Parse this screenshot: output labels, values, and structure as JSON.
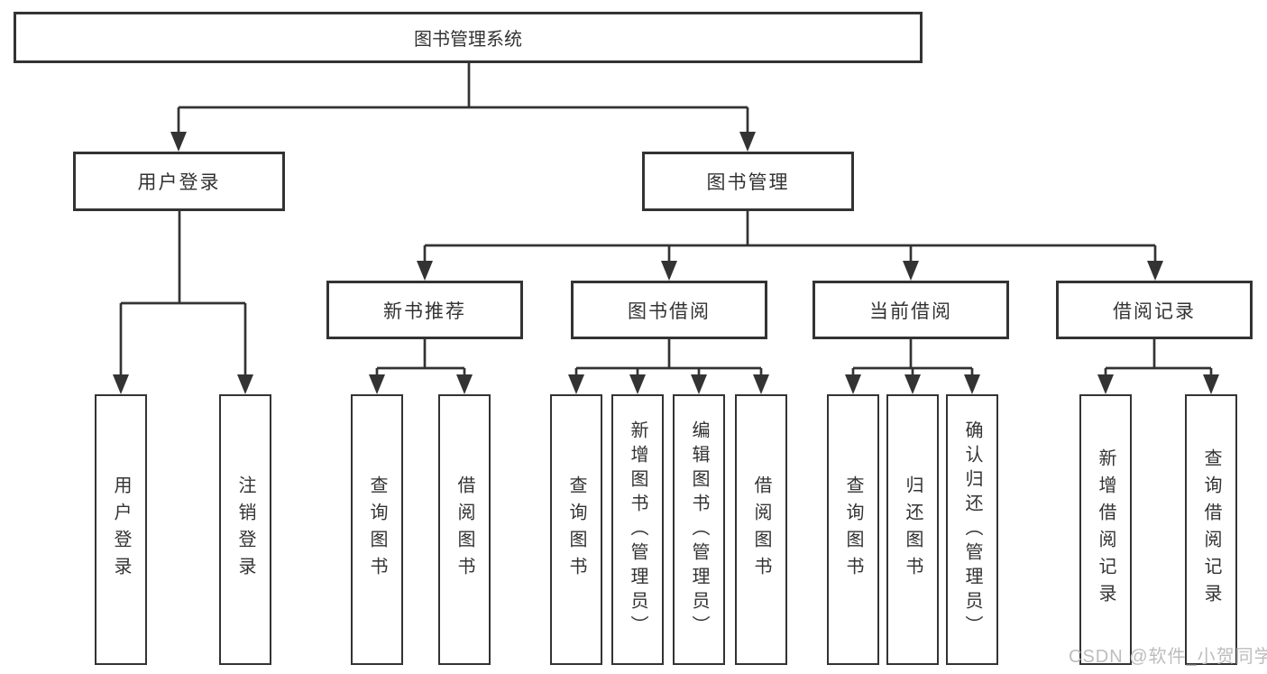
{
  "diagram": {
    "root": {
      "label": "图书管理系统"
    },
    "branches": {
      "user_login": {
        "label": "用户登录",
        "children": {
          "login": {
            "label": "用户登录"
          },
          "logout": {
            "label": "注销登录"
          }
        }
      },
      "book_mgmt": {
        "label": "图书管理",
        "children": {
          "new_book": {
            "label": "新书推荐",
            "children": {
              "query": {
                "label": "查询图书"
              },
              "borrow": {
                "label": "借阅图书"
              }
            }
          },
          "book_borrow": {
            "label": "图书借阅",
            "children": {
              "query": {
                "label": "查询图书"
              },
              "add": {
                "label": "新增图书（管理员）"
              },
              "edit": {
                "label": "编辑图书（管理员）"
              },
              "borrow": {
                "label": "借阅图书"
              }
            }
          },
          "current_borrow": {
            "label": "当前借阅",
            "children": {
              "query": {
                "label": "查询图书"
              },
              "return": {
                "label": "归还图书"
              },
              "confirm": {
                "label": "确认归还（管理员）"
              }
            }
          },
          "borrow_record": {
            "label": "借阅记录",
            "children": {
              "add": {
                "label": "新增借阅记录"
              },
              "query": {
                "label": "查询借阅记录"
              }
            }
          }
        }
      }
    }
  },
  "watermark": {
    "text": "CSDN @软件_小贺同学"
  },
  "colors": {
    "line": "#333333",
    "box_border": "#333333",
    "box_background": "#ffffff",
    "text": "#333333",
    "watermark": "#bdbdbd",
    "page_background": "#ffffff"
  }
}
